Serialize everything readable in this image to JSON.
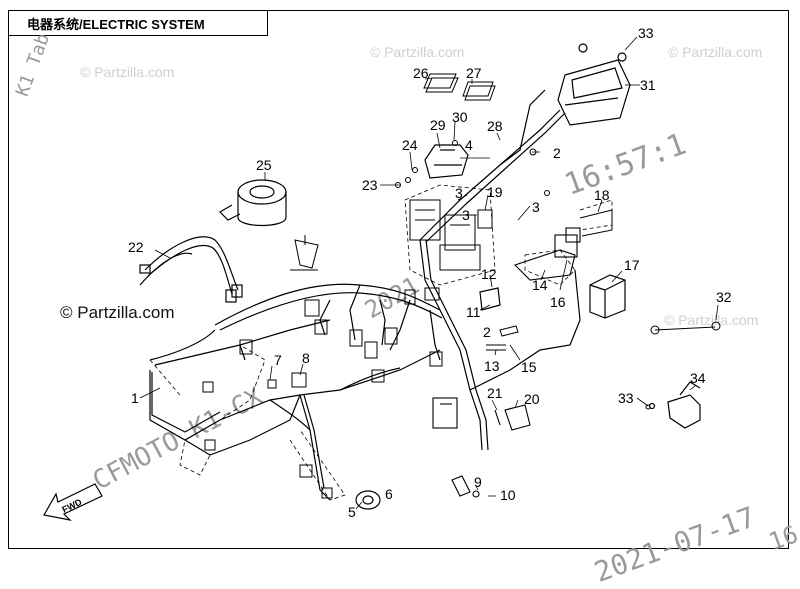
{
  "header": {
    "title": "电器系统/ELECTRIC SYSTEM"
  },
  "watermarks": {
    "copyright_main": "© Partzilla.com",
    "copyright_faint": "© Partzilla.com",
    "brand_trace": "CFMOTO K1-CX",
    "date_top": "16:57:1",
    "date_bottom": "2021-07-17",
    "year_mid": "2021",
    "corner_left": "K1 Tab",
    "bottom_right": "16"
  },
  "fwd_label": "FWD",
  "callouts": [
    "1",
    "2",
    "2",
    "3",
    "3",
    "3",
    "4",
    "5",
    "6",
    "7",
    "8",
    "9",
    "10",
    "11",
    "12",
    "13",
    "14",
    "15",
    "16",
    "17",
    "18",
    "19",
    "20",
    "21",
    "22",
    "23",
    "24",
    "25",
    "26",
    "27",
    "28",
    "29",
    "30",
    "31",
    "32",
    "33",
    "33",
    "34"
  ]
}
